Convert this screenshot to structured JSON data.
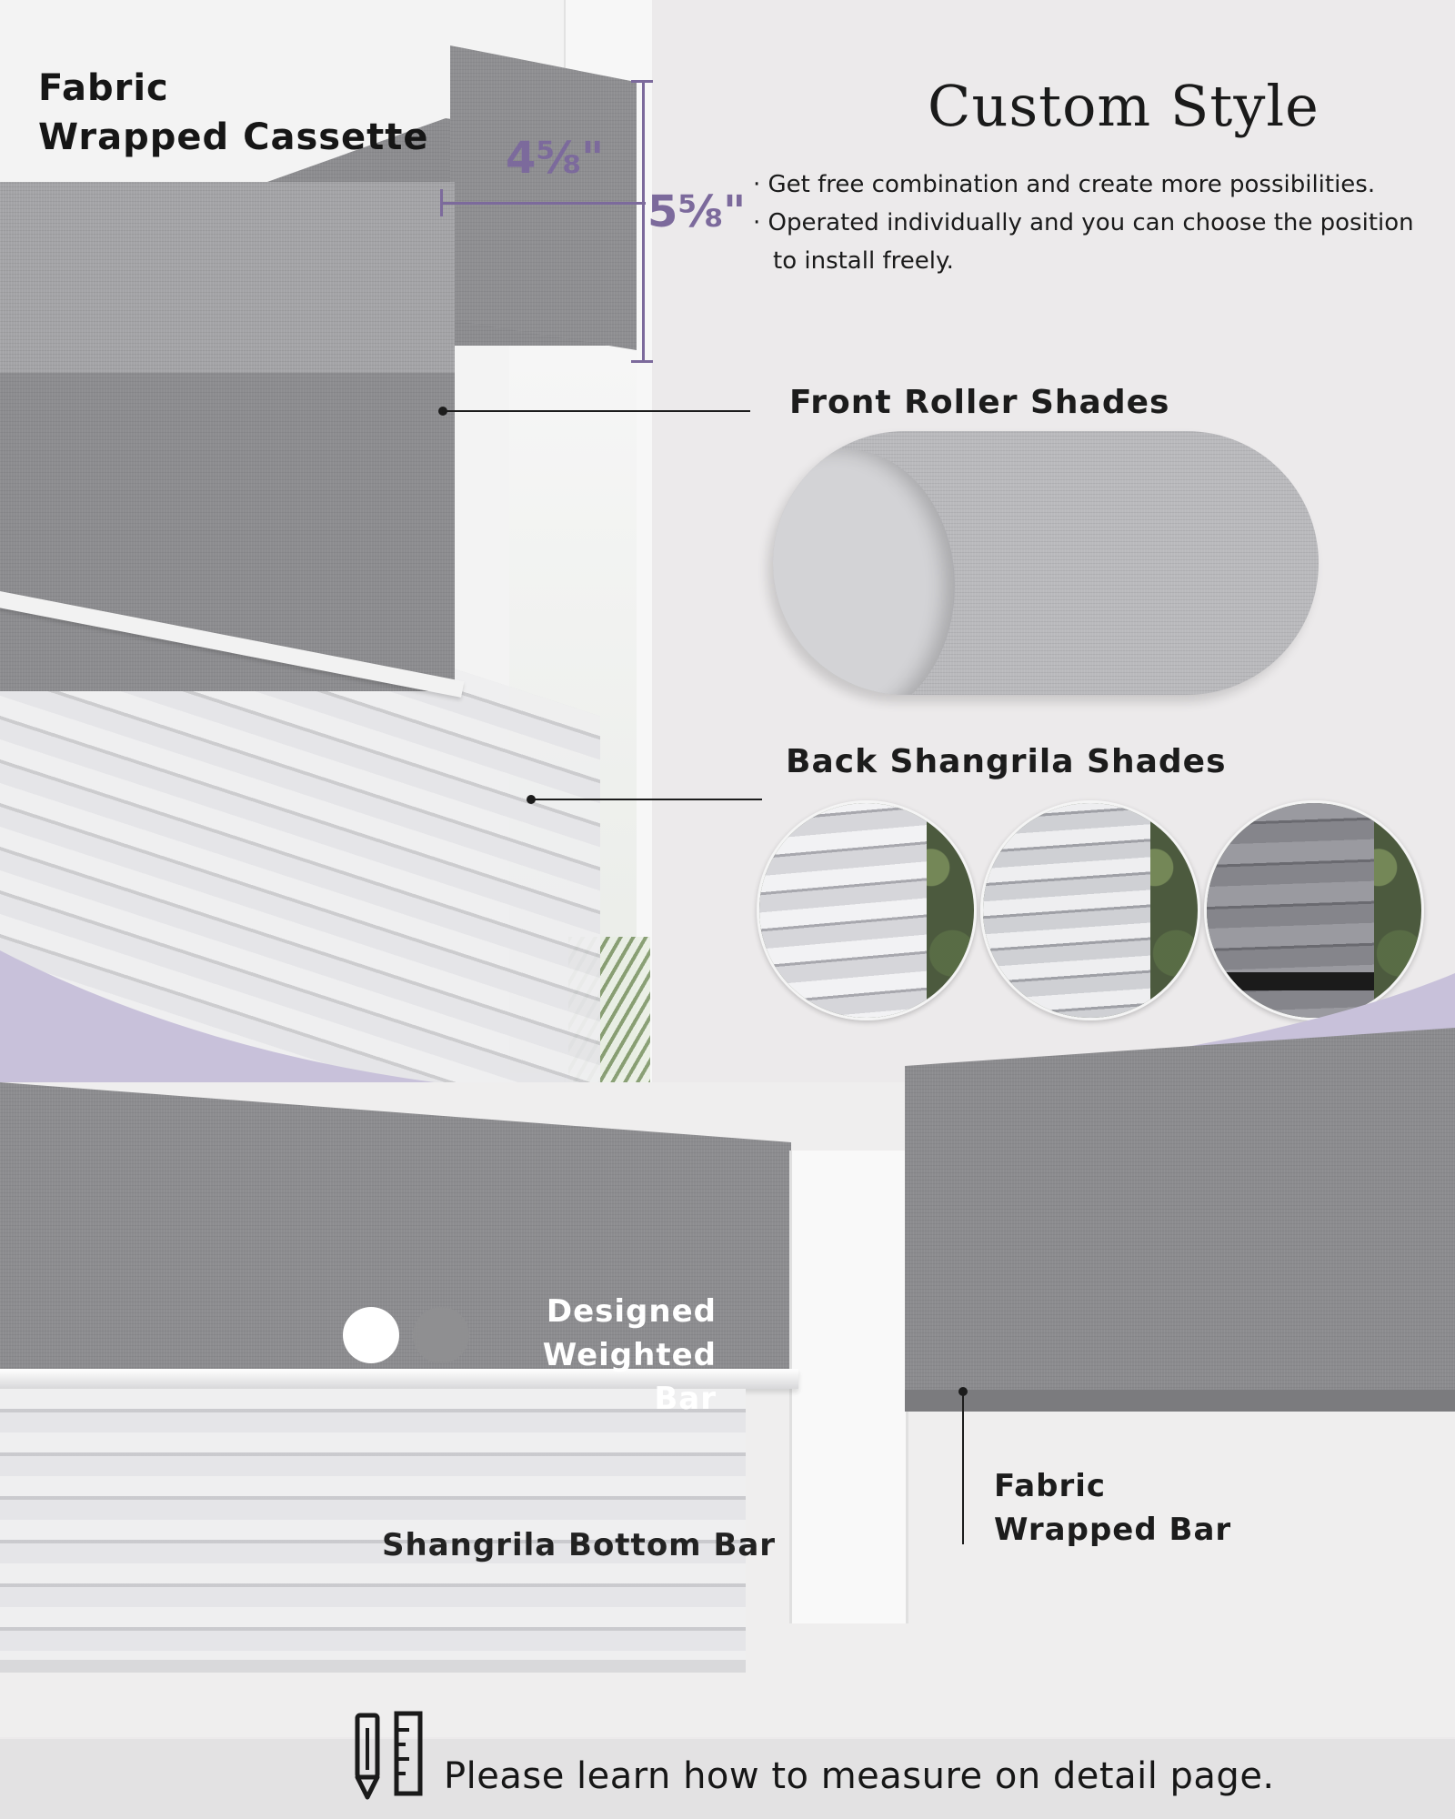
{
  "header": {
    "title": "Custom Style",
    "bullets": [
      "· Get free combination and create more possibilities.",
      "· Operated individually and you can choose the position",
      "to install freely."
    ]
  },
  "cassette": {
    "label_line1": "Fabric",
    "label_line2": "Wrapped Cassette",
    "depth": "4⅝\"",
    "height": "5⅝\""
  },
  "front_shades": {
    "label": "Front Roller Shades"
  },
  "back_shades": {
    "label": "Back Shangrila Shades"
  },
  "weighted_bar": {
    "label_line1": "Designed",
    "label_line2": "Weighted Bar",
    "colors": [
      "#ffffff",
      "#8f8f91"
    ]
  },
  "shangrila_bar": {
    "label": "Shangrila Bottom Bar"
  },
  "fabric_bar": {
    "label_line1": "Fabric",
    "label_line2": "Wrapped Bar"
  },
  "footer": {
    "text": "Please learn how to measure on detail page.",
    "icon": "pencil-ruler-icon"
  },
  "colors": {
    "accent": "#7c6a9c",
    "band": "#c8c1da"
  }
}
